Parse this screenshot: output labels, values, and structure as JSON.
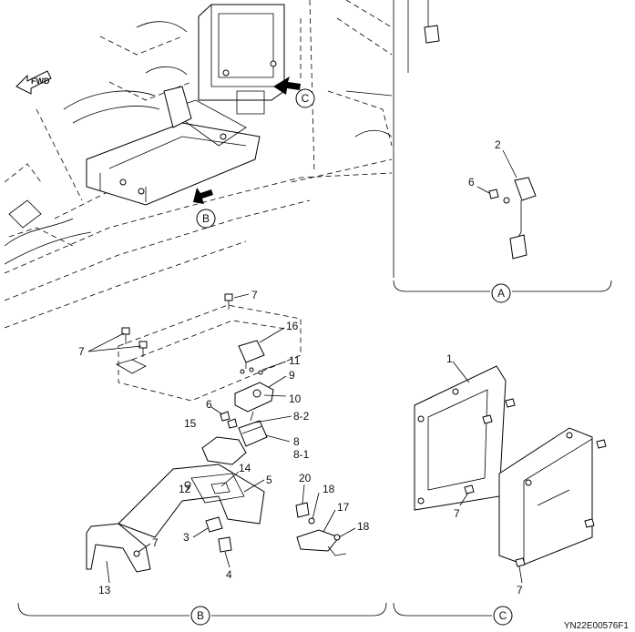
{
  "diagram": {
    "orientation_label": "FWD",
    "view_markers": [
      "A",
      "B",
      "C"
    ],
    "drawing_code": "YN22E00576F1",
    "callouts": {
      "view_a": [
        "2",
        "6"
      ],
      "view_b": [
        "7",
        "7",
        "16",
        "11",
        "9",
        "10",
        "6",
        "15",
        "8-2",
        "8",
        "8-1",
        "14",
        "5",
        "12",
        "20",
        "18",
        "17",
        "18",
        "3",
        "7",
        "4",
        "13"
      ],
      "view_c": [
        "1",
        "7",
        "7"
      ]
    }
  }
}
